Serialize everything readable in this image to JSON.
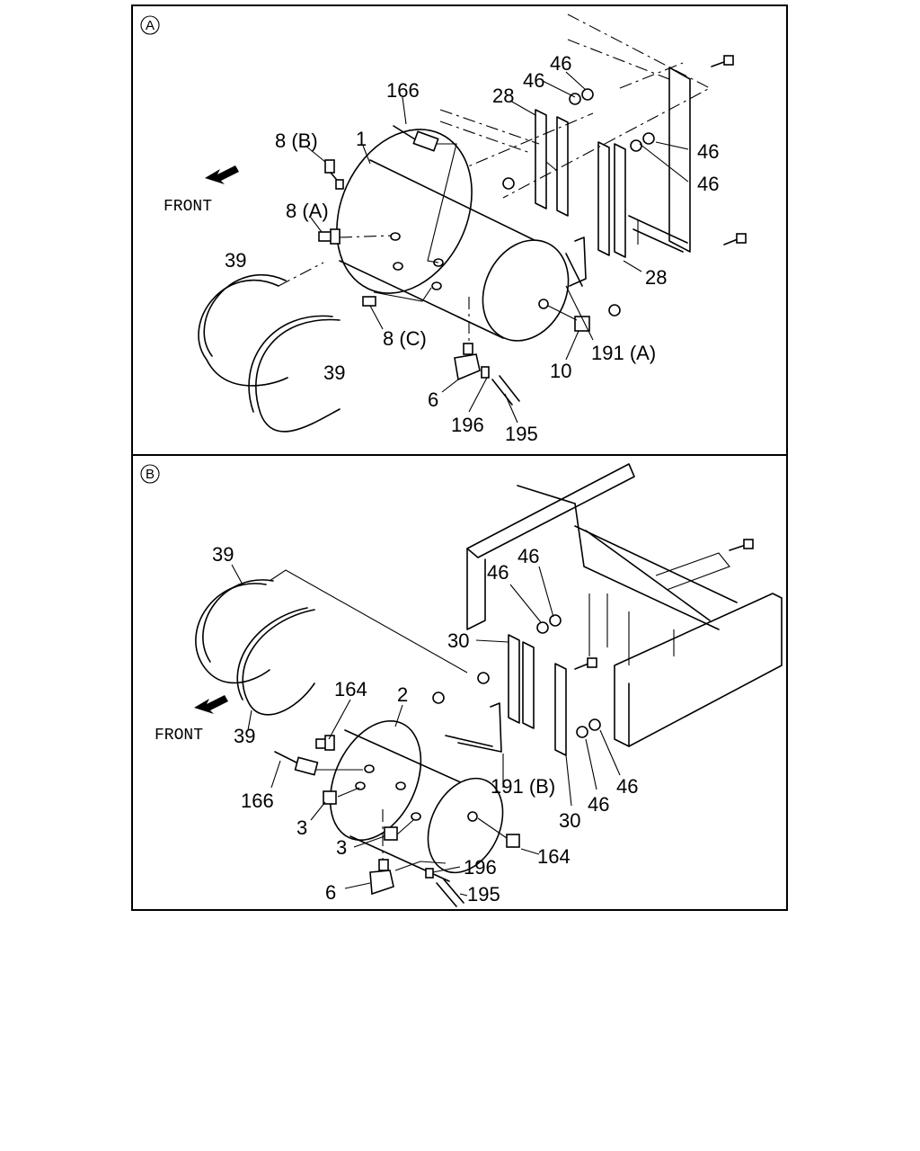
{
  "panels": [
    {
      "id": "A",
      "badge": "A",
      "front_label": "FRONT",
      "labels": [
        "166",
        "28",
        "46",
        "46",
        "46",
        "46",
        "8 (B)",
        "1",
        "8 (A)",
        "39",
        "39",
        "8 (C)",
        "28",
        "191 (A)",
        "10",
        "6",
        "196",
        "195"
      ]
    },
    {
      "id": "B",
      "badge": "B",
      "front_label": "FRONT",
      "labels": [
        "39",
        "46",
        "46",
        "30",
        "164",
        "2",
        "39",
        "166",
        "3",
        "3",
        "6",
        "191 (B)",
        "196",
        "195",
        "164",
        "30",
        "46",
        "46"
      ]
    }
  ]
}
